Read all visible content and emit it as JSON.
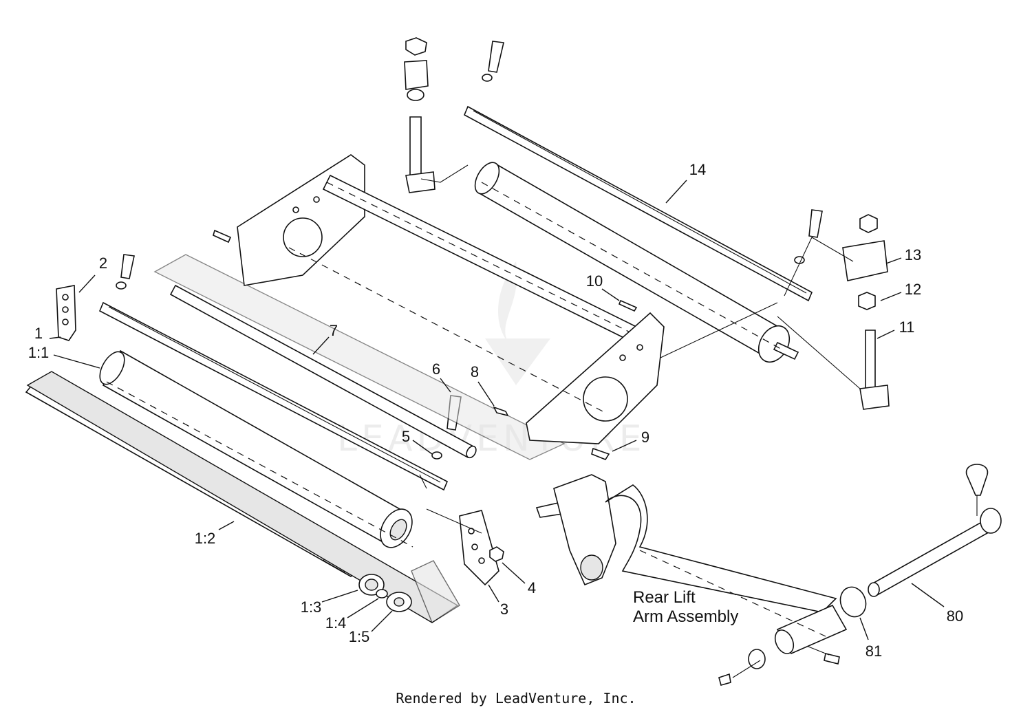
{
  "diagram": {
    "callouts": [
      "1",
      "1:1",
      "1:2",
      "1:3",
      "1:4",
      "1:5",
      "2",
      "3",
      "4",
      "5",
      "6",
      "7",
      "8",
      "9",
      "10",
      "11",
      "12",
      "13",
      "14",
      "80",
      "81"
    ],
    "assembly_label_line1": "Rear Lift",
    "assembly_label_line2": "Arm Assembly",
    "footer": "Rendered by LeadVenture, Inc.",
    "watermark": "LEADVENTURE"
  },
  "colors": {
    "line": "#111111",
    "background": "#ffffff",
    "shade": "#e6e6e6"
  }
}
